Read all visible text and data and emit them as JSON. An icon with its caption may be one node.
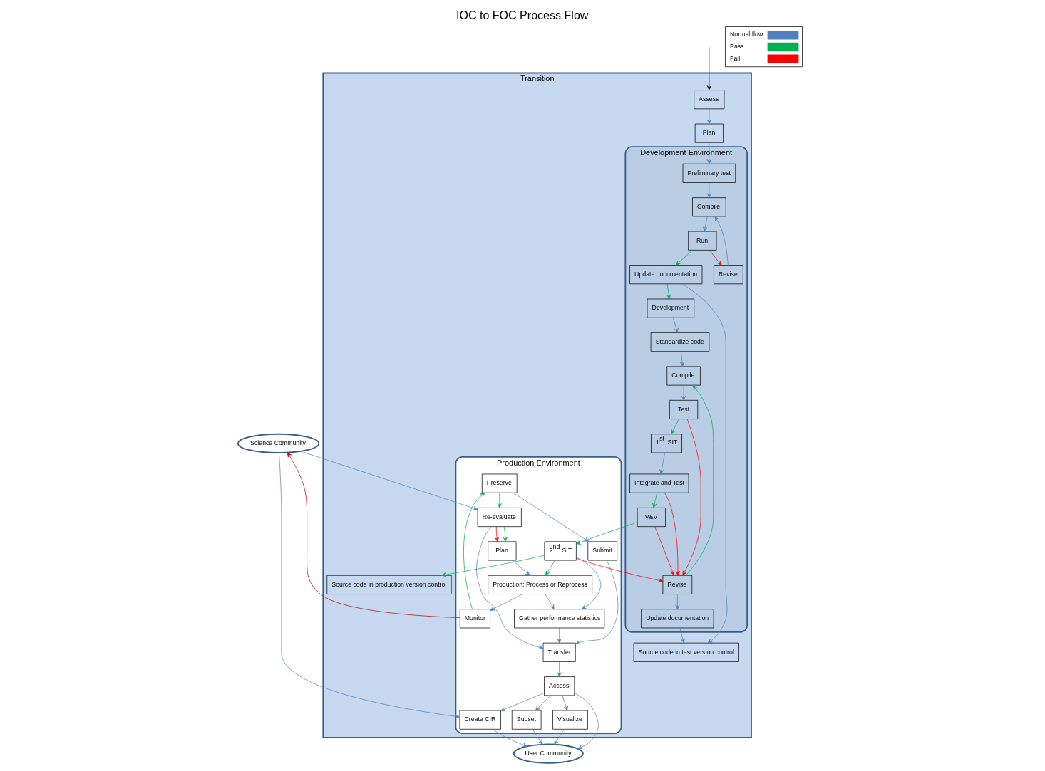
{
  "diagram": {
    "title": "IOC to FOC Process Flow",
    "nodes": [
      {
        "text": [
          "Science Community"
        ]
      },
      {
        "text": [
          "Transition"
        ]
      },
      {
        "text": [
          "Assess"
        ],
        "in": 1
      },
      {
        "text": [
          "Plan"
        ],
        "in": 1
      },
      {
        "text": [
          "Development Environment"
        ],
        "in": 1
      },
      {
        "text": [
          "Preliminary test"
        ],
        "in": 4
      },
      {
        "text": [
          "Compile"
        ],
        "in": 4
      },
      {
        "text": [
          "Run"
        ],
        "in": 4
      },
      {
        "text": [
          "Revise"
        ],
        "in": 4
      },
      {
        "text": [
          "Update documentation"
        ],
        "in": 4
      },
      {
        "text": [
          "Development"
        ],
        "in": 4
      },
      {
        "text": [
          "Standardize code"
        ],
        "in": 4
      },
      {
        "text": [
          "Compile"
        ],
        "in": 4
      },
      {
        "text": [
          "Test"
        ],
        "in": 4
      },
      {
        "text": [
          "Revise"
        ],
        "in": 4
      },
      {
        "text": [
          "Update documentation"
        ],
        "in": 4
      },
      {
        "text": [
          "1$^{st}$ SIT"
        ],
        "in": 4
      },
      {
        "text": [
          "V&V"
        ],
        "in": 4
      },
      {
        "text": [
          "Integrate and Test"
        ],
        "in": 4
      },
      {
        "text": [
          "Source code in test version control"
        ],
        "in": 1
      },
      {
        "text": [
          "Production Environment"
        ],
        "in": 1
      },
      {
        "text": [
          "Plan"
        ],
        "in": 20
      },
      {
        "text": [
          "Production: Process or Reprocess"
        ],
        "in": 20
      },
      {
        "text": [
          "Monitor"
        ],
        "in": 20
      },
      {
        "text": [
          "Preserve"
        ],
        "in": 20
      },
      {
        "text": [
          "Re-evaluate"
        ],
        "in": 20
      },
      {
        "text": [
          "Gather performance statistics"
        ],
        "in": 20
      },
      {
        "text": [
          "Submit"
        ],
        "in": 20
      },
      {
        "text": [
          "Transfer"
        ],
        "in": 20
      },
      {
        "text": [
          "2$^{nd}$ SIT"
        ],
        "in": 20
      },
      {
        "text": [
          "Access"
        ],
        "in": 20
      },
      {
        "text": [
          "Visualize"
        ],
        "in": 20
      },
      {
        "text": [
          "Subset"
        ],
        "in": 20
      },
      {
        "text": [
          "Create CIR"
        ],
        "in": 20
      },
      {
        "text": [
          "Source code in production version control"
        ],
        "in": 1
      },
      {
        "text": [
          "User Community"
        ]
      }
    ],
    "edges": [
      {
        "from": null,
        "to": 2,
        "arrow": "to",
        "color": "#000000"
      },
      {
        "from": 0,
        "to": 25,
        "arrow": "to"
      },
      {
        "from": 0,
        "to": 33,
        "arrow": "to"
      },
      {
        "from": 23,
        "to": 0,
        "arrow": "to",
        "color": "#c00000"
      },
      {
        "from": 25,
        "to": 21,
        "arrow": "to",
        "color": "#ff0000"
      },
      {
        "from": 25,
        "to": 21,
        "arrow": "to",
        "color": "#00b050"
      },
      {
        "from": 2,
        "to": 3,
        "arrow": "to"
      },
      {
        "from": 3,
        "to": 5,
        "arrow": "to"
      },
      {
        "from": 5,
        "to": 6,
        "arrow": "to"
      },
      {
        "from": 6,
        "to": 7,
        "arrow": "to"
      },
      {
        "from": 7,
        "to": 8,
        "arrow": "to",
        "color": "#ff0000"
      },
      {
        "from": 8,
        "to": 6,
        "arrow": "to"
      },
      {
        "from": 7,
        "to": 9,
        "arrow": "to",
        "color": "#00b050"
      },
      {
        "from": 9,
        "to": 10,
        "arrow": "to",
        "color": "#00b050"
      },
      {
        "from": 10,
        "to": 11,
        "arrow": "to"
      },
      {
        "from": 11,
        "to": 12,
        "arrow": "to"
      },
      {
        "from": 12,
        "to": 13,
        "arrow": "to"
      },
      {
        "from": 13,
        "to": 14,
        "arrow": "to",
        "color": "#ff0000"
      },
      {
        "from": 14,
        "to": 12,
        "arrow": "to",
        "color": "#00b050"
      },
      {
        "from": 13,
        "to": 16,
        "arrow": "to",
        "color": "#00b050"
      },
      {
        "from": 14,
        "to": 15,
        "arrow": "to"
      },
      {
        "from": 16,
        "to": 18,
        "arrow": "to"
      },
      {
        "from": 18,
        "to": 17,
        "arrow": "to",
        "color": "#00b050"
      },
      {
        "from": 18,
        "to": 14,
        "arrow": "to",
        "color": "#ff0000"
      },
      {
        "from": 17,
        "to": 14,
        "arrow": "to",
        "color": "#ff0000"
      },
      {
        "from": 29,
        "to": 14,
        "arrow": "to",
        "color": "#ff0000"
      },
      {
        "from": 17,
        "to": 29,
        "arrow": "to",
        "color": "#00b050"
      },
      {
        "from": 9,
        "to": 19,
        "arrow": "to"
      },
      {
        "from": 15,
        "to": 19,
        "arrow": "to"
      },
      {
        "from": 29,
        "to": 26,
        "arrow": "to"
      },
      {
        "from": 29,
        "to": 22,
        "arrow": "to",
        "color": "#00b050"
      },
      {
        "from": 29,
        "to": 34,
        "arrow": "to",
        "color": "#00b050"
      },
      {
        "from": 21,
        "to": 22,
        "arrow": "to"
      },
      {
        "from": 22,
        "to": 26,
        "arrow": "to"
      },
      {
        "from": 22,
        "to": 23,
        "arrow": "to"
      },
      {
        "from": 23,
        "to": 24,
        "arrow": "to",
        "color": "#00b050"
      },
      {
        "from": 24,
        "to": 25,
        "arrow": "to",
        "color": "#00b050"
      },
      {
        "from": 24,
        "to": 27,
        "arrow": "to"
      },
      {
        "from": 27,
        "to": 28,
        "arrow": "to"
      },
      {
        "from": 26,
        "to": 28,
        "arrow": "to"
      },
      {
        "from": 25,
        "to": 28,
        "arrow": "to"
      },
      {
        "from": 28,
        "to": 30,
        "arrow": "to",
        "color": "#00b050"
      },
      {
        "from": 30,
        "to": 31,
        "arrow": "to"
      },
      {
        "from": 30,
        "to": 32,
        "arrow": "to"
      },
      {
        "from": 30,
        "to": 33,
        "arrow": "to"
      },
      {
        "from": 30,
        "to": 35,
        "arrow": "to"
      },
      {
        "from": 31,
        "to": 35,
        "arrow": "to"
      },
      {
        "from": 33,
        "to": 35,
        "arrow": "to"
      },
      {
        "from": 32,
        "to": 35,
        "arrow": "to"
      }
    ],
    "legend": [
      {
        "text": "Normal flow"
      },
      {
        "text": "Pass"
      },
      {
        "text": "Fail"
      }
    ]
  }
}
